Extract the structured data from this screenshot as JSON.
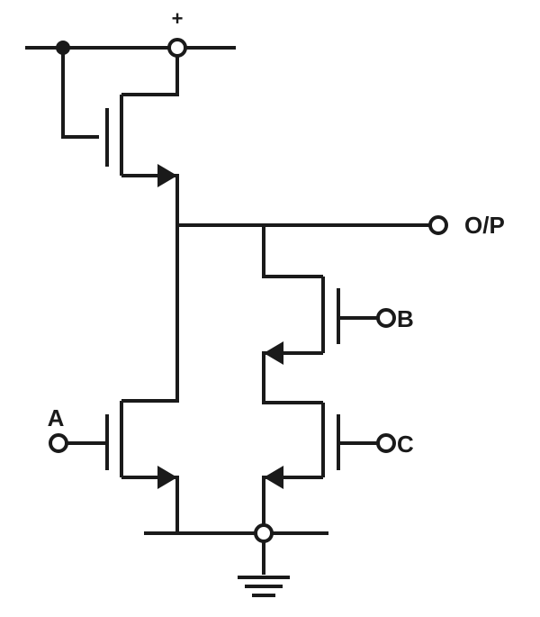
{
  "labels": {
    "supply": "+",
    "output": "O/P",
    "input_a": "A",
    "input_b": "B",
    "input_c": "C"
  },
  "colors": {
    "ink": "#1a1a1a",
    "background": "#ffffff"
  }
}
